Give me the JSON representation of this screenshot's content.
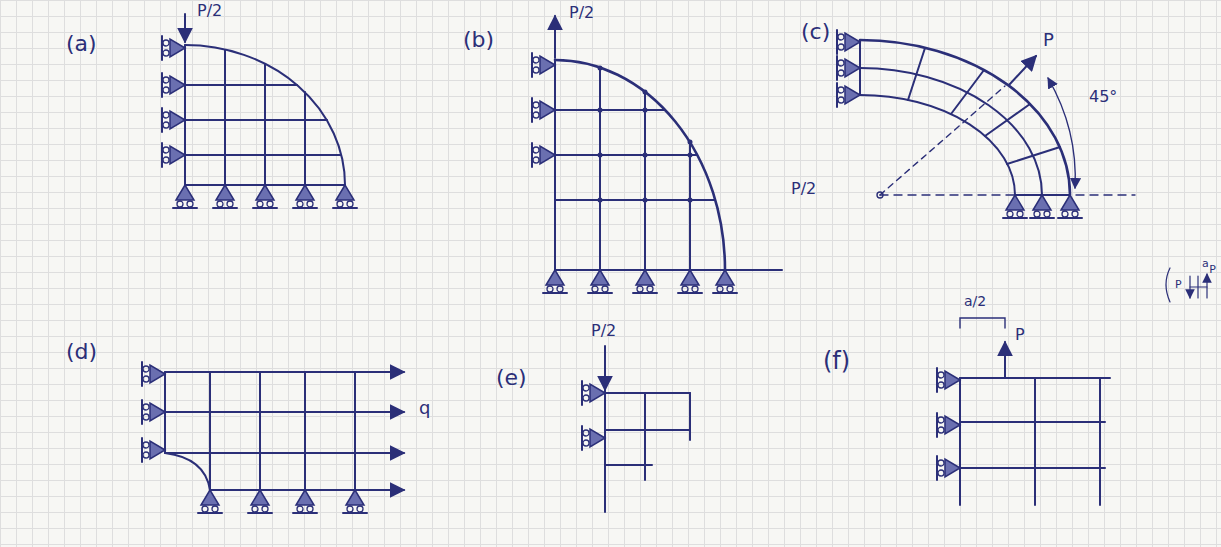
{
  "diagram": {
    "labels": [
      "(a)",
      "P/2",
      "(b)",
      "P/2",
      "(c)",
      "P",
      "45°",
      "P/2",
      "(d)",
      "q",
      "(e)",
      "P/2",
      "(f)",
      "a/2",
      "P",
      "P",
      "a",
      "P"
    ]
  }
}
